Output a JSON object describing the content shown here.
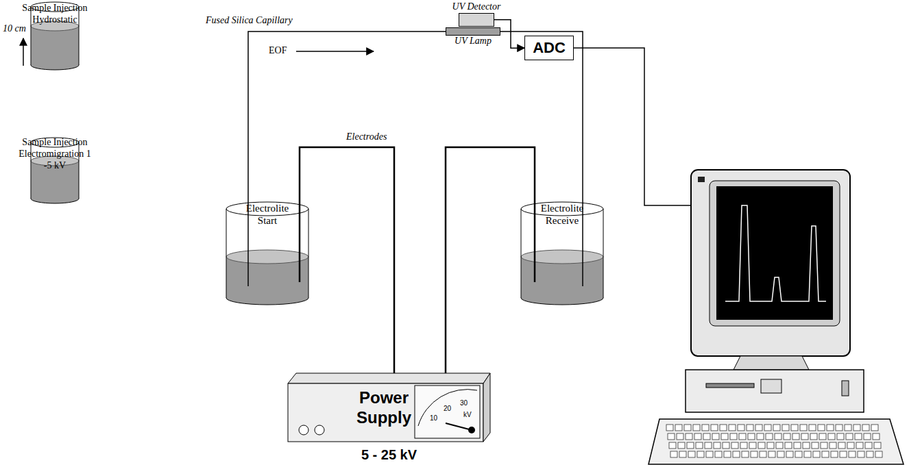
{
  "diagram": {
    "nodes": [
      {
        "text": [
          "Sample Injection Hydrostatic"
        ]
      },
      {
        "text": [
          "Sample Injection Electromigration 1 -5 kV"
        ]
      },
      {
        "text": [
          "UV Detector"
        ]
      },
      {
        "text": [
          "UV Lamp"
        ]
      },
      {
        "text": [
          "ADC"
        ]
      },
      {
        "text": [
          "Electrolite Start"
        ]
      },
      {
        "text": [
          "Electrolite Receive"
        ]
      },
      {
        "text": [
          "Power Supply",
          "5 - 25 kV"
        ]
      }
    ],
    "edges": [
      {
        "from": 5,
        "to": 6,
        "arrow": "none",
        "label": "Fused Silica Capillary"
      },
      {
        "from": 2,
        "to": 4,
        "arrow": "to"
      },
      {
        "from": 7,
        "to": 5,
        "arrow": "none"
      },
      {
        "from": 7,
        "to": 6,
        "arrow": "none"
      }
    ],
    "labels": [
      "10 cm",
      "EOF",
      "Electrodes",
      "10",
      "20",
      "30",
      "kV"
    ]
  }
}
